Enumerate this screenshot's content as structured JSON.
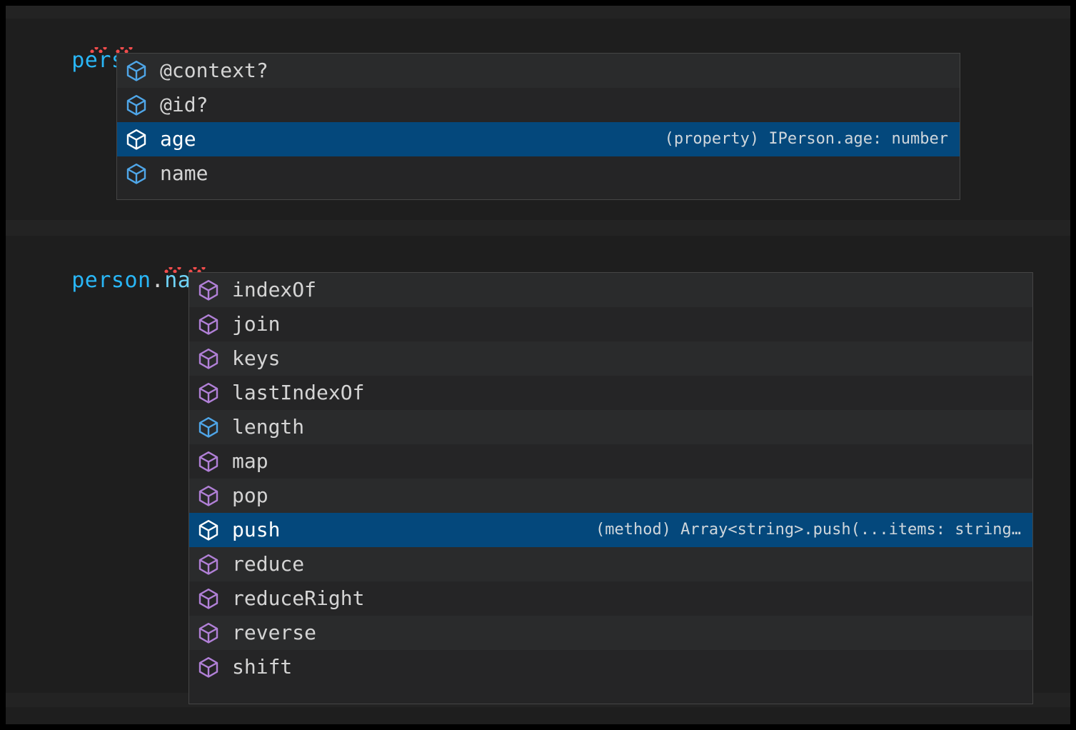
{
  "editor": {
    "background": "#1e1e1e",
    "lines": [
      {
        "id": "line-1",
        "segments": [
          {
            "text": "person",
            "kind": "variable"
          },
          {
            "text": ".;",
            "kind": "punctuation"
          }
        ],
        "text": "person.;"
      },
      {
        "id": "line-2",
        "segments": [
          {
            "text": "person",
            "kind": "variable"
          },
          {
            "text": ".",
            "kind": "punctuation"
          },
          {
            "text": "name",
            "kind": "property"
          },
          {
            "text": ".;",
            "kind": "punctuation"
          }
        ],
        "text": "person.name.;"
      }
    ]
  },
  "colors": {
    "selection": "#04487c",
    "panel_background": "#252526",
    "panel_border": "#454545",
    "variable": "#29b6f6",
    "property_icon": "#4fa6e8",
    "method_icon": "#b180d7",
    "selected_icon": "#ffffff",
    "error_squiggle": "#f14c4c",
    "text": "#d4d4d4"
  },
  "suggest_widgets": [
    {
      "id": "suggest-widget-1",
      "trigger": "person.",
      "selected_index": 2,
      "items": [
        {
          "label": "@context?",
          "icon": "property-cube-icon",
          "icon_kind": "property",
          "detail": ""
        },
        {
          "label": "@id?",
          "icon": "property-cube-icon",
          "icon_kind": "property",
          "detail": ""
        },
        {
          "label": "age",
          "icon": "property-cube-icon",
          "icon_kind": "property",
          "detail": "(property) IPerson.age: number"
        },
        {
          "label": "name",
          "icon": "property-cube-icon",
          "icon_kind": "property",
          "detail": ""
        }
      ]
    },
    {
      "id": "suggest-widget-2",
      "trigger": "person.name.",
      "selected_index": 7,
      "items": [
        {
          "label": "indexOf",
          "icon": "method-cube-icon",
          "icon_kind": "method",
          "detail": ""
        },
        {
          "label": "join",
          "icon": "method-cube-icon",
          "icon_kind": "method",
          "detail": ""
        },
        {
          "label": "keys",
          "icon": "method-cube-icon",
          "icon_kind": "method",
          "detail": ""
        },
        {
          "label": "lastIndexOf",
          "icon": "method-cube-icon",
          "icon_kind": "method",
          "detail": ""
        },
        {
          "label": "length",
          "icon": "property-cube-icon",
          "icon_kind": "property",
          "detail": ""
        },
        {
          "label": "map",
          "icon": "method-cube-icon",
          "icon_kind": "method",
          "detail": ""
        },
        {
          "label": "pop",
          "icon": "method-cube-icon",
          "icon_kind": "method",
          "detail": ""
        },
        {
          "label": "push",
          "icon": "method-cube-icon",
          "icon_kind": "method",
          "detail": "(method) Array<string>.push(...items: string…"
        },
        {
          "label": "reduce",
          "icon": "method-cube-icon",
          "icon_kind": "method",
          "detail": ""
        },
        {
          "label": "reduceRight",
          "icon": "method-cube-icon",
          "icon_kind": "method",
          "detail": ""
        },
        {
          "label": "reverse",
          "icon": "method-cube-icon",
          "icon_kind": "method",
          "detail": ""
        },
        {
          "label": "shift",
          "icon": "method-cube-icon",
          "icon_kind": "method",
          "detail": ""
        }
      ]
    }
  ]
}
